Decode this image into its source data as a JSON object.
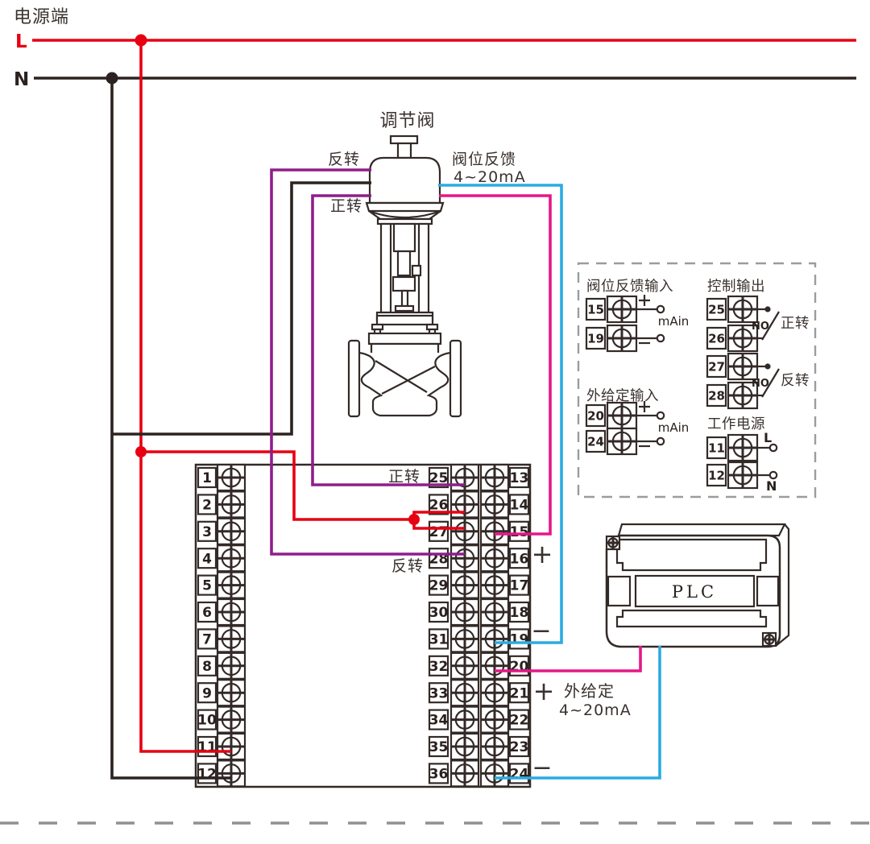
{
  "diagram": {
    "power": {
      "label": "电源端",
      "live": "L",
      "neutral": "N"
    },
    "valve": {
      "title": "调节阀",
      "reverse": "反转",
      "forward": "正转",
      "feedback_line1": "阀位反馈",
      "feedback_line2": "4~20mA"
    },
    "block": {
      "left": [
        "1",
        "2",
        "3",
        "4",
        "5",
        "6",
        "7",
        "8",
        "9",
        "10",
        "11",
        "12"
      ],
      "mid": [
        "25",
        "26",
        "27",
        "28",
        "29",
        "30",
        "31",
        "32",
        "33",
        "34",
        "35",
        "36"
      ],
      "right": [
        "13",
        "14",
        "15",
        "16",
        "17",
        "18",
        "19",
        "20",
        "21",
        "22",
        "23",
        "24"
      ],
      "forward": "正转",
      "reverse": "反转",
      "plus": "+",
      "minus": "−"
    },
    "setpoint": {
      "label": "外给定",
      "range": "4~20mA",
      "plus": "+",
      "minus": "−"
    },
    "panel": {
      "feedback_title": "阀位反馈输入",
      "setpoint_title": "外给定输入",
      "control_title": "控制输出",
      "power_title": "工作电源",
      "main_label": "mAin",
      "no_label": "NO",
      "forward": "正转",
      "reverse": "反转",
      "plus": "+",
      "minus": "−",
      "feedback_rows": [
        "15",
        "19"
      ],
      "setpoint_rows": [
        "20",
        "24"
      ],
      "control_pairs": [
        [
          "25",
          "26"
        ],
        [
          "27",
          "28"
        ]
      ],
      "power_rows": [
        [
          "11",
          "L"
        ],
        [
          "12",
          "N"
        ]
      ]
    },
    "plc": {
      "label": "PLC"
    },
    "colors": {
      "live_red": "#e60012",
      "line_black": "#2c2320",
      "purple": "#8e1e8b",
      "magenta": "#e61788",
      "blue": "#2aabe2",
      "dash_gray": "#9b9c9d",
      "ink": "#332a27"
    }
  }
}
